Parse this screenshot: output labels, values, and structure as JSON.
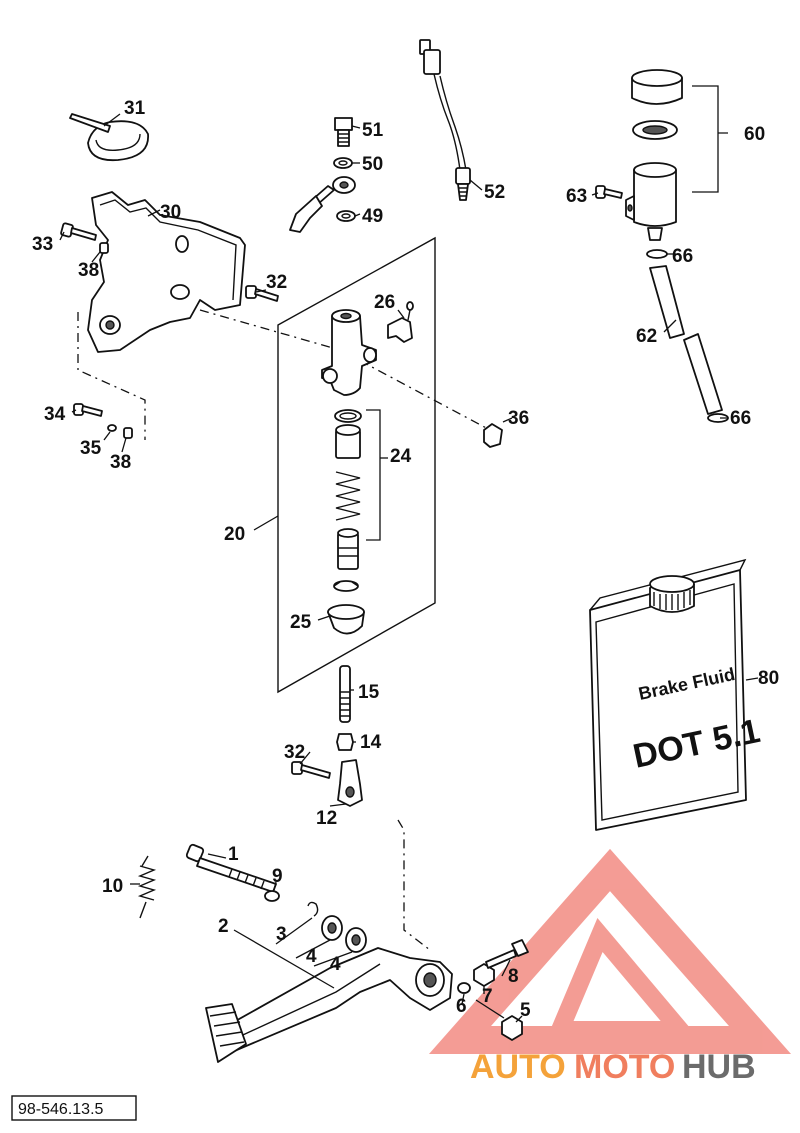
{
  "doc_code": "98-546.13.5",
  "can": {
    "line1": "Brake Fluid",
    "line2": "DOT 5.1"
  },
  "callouts": [
    {
      "id": "c31",
      "text": "31"
    },
    {
      "id": "c30",
      "text": "30"
    },
    {
      "id": "c33",
      "text": "33"
    },
    {
      "id": "c38a",
      "text": "38"
    },
    {
      "id": "c51",
      "text": "51"
    },
    {
      "id": "c50",
      "text": "50"
    },
    {
      "id": "c49",
      "text": "49"
    },
    {
      "id": "c52",
      "text": "52"
    },
    {
      "id": "c60",
      "text": "60"
    },
    {
      "id": "c63",
      "text": "63"
    },
    {
      "id": "c66a",
      "text": "66"
    },
    {
      "id": "c62",
      "text": "62"
    },
    {
      "id": "c66b",
      "text": "66"
    },
    {
      "id": "c32a",
      "text": "32"
    },
    {
      "id": "c26",
      "text": "26"
    },
    {
      "id": "c36",
      "text": "36"
    },
    {
      "id": "c34",
      "text": "34"
    },
    {
      "id": "c35",
      "text": "35"
    },
    {
      "id": "c38b",
      "text": "38"
    },
    {
      "id": "c24",
      "text": "24"
    },
    {
      "id": "c20",
      "text": "20"
    },
    {
      "id": "c25",
      "text": "25"
    },
    {
      "id": "c80",
      "text": "80"
    },
    {
      "id": "c15",
      "text": "15"
    },
    {
      "id": "c14",
      "text": "14"
    },
    {
      "id": "c32b",
      "text": "32"
    },
    {
      "id": "c12",
      "text": "12"
    },
    {
      "id": "c1",
      "text": "1"
    },
    {
      "id": "c9",
      "text": "9"
    },
    {
      "id": "c10",
      "text": "10"
    },
    {
      "id": "c2",
      "text": "2"
    },
    {
      "id": "c3",
      "text": "3"
    },
    {
      "id": "c4a",
      "text": "4"
    },
    {
      "id": "c4b",
      "text": "4"
    },
    {
      "id": "c8",
      "text": "8"
    },
    {
      "id": "c7",
      "text": "7"
    },
    {
      "id": "c6",
      "text": "6"
    },
    {
      "id": "c5",
      "text": "5"
    }
  ],
  "watermark": {
    "part1": "AUTO",
    "part2": "MOTO",
    "part3": "HUB"
  }
}
